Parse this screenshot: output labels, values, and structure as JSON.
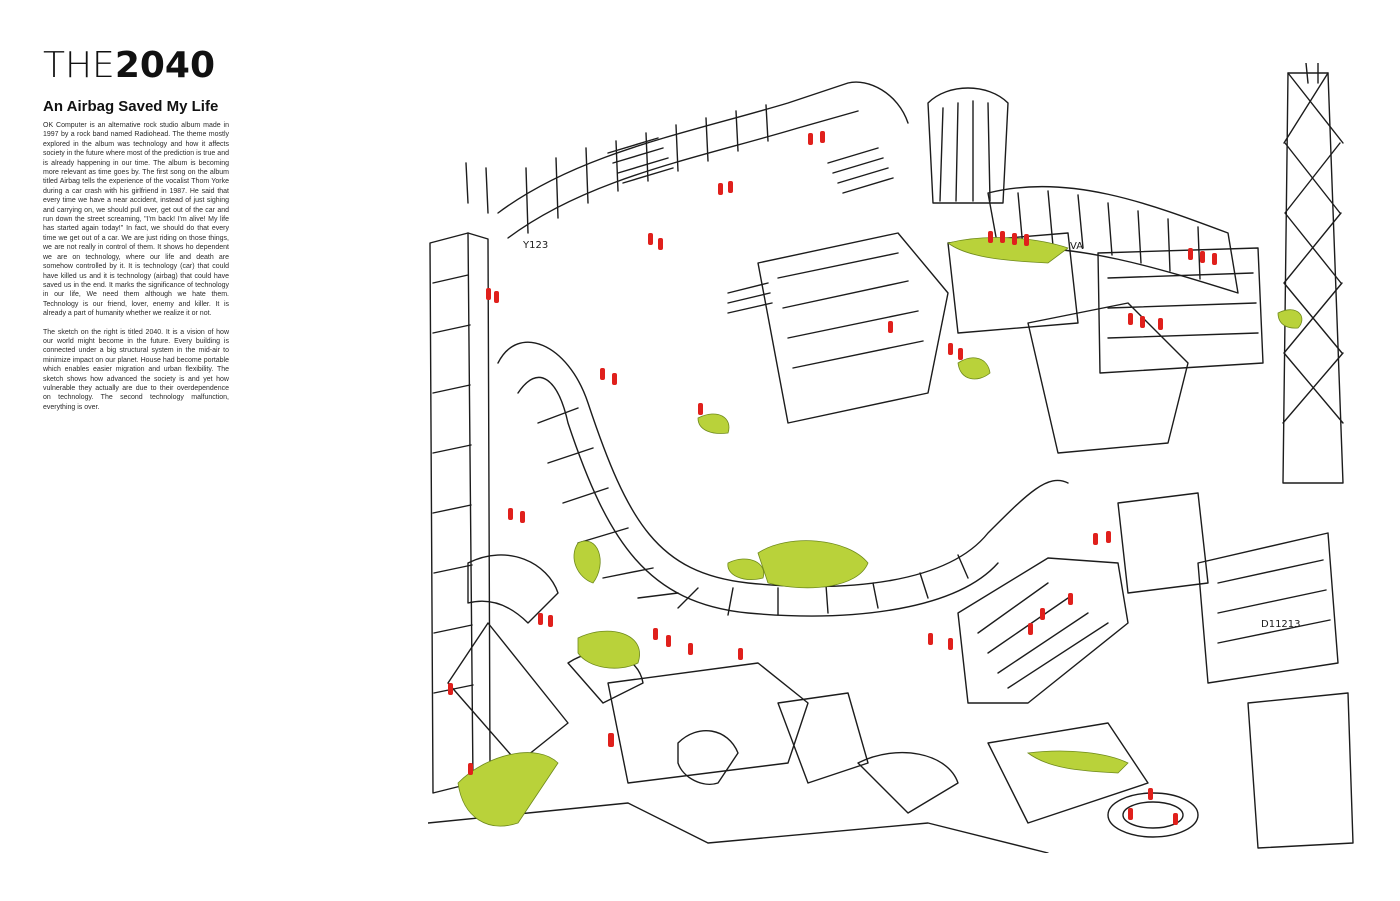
{
  "page": {
    "title_light": "THE",
    "title_bold": "2040",
    "subtitle": "An Airbag Saved My Life",
    "paragraph_1": "OK Computer is an alternative rock studio album made in 1997 by a rock band named Radiohead. The theme mostly explored in the album was technology and how it affects society in the future where most of the prediction is true and is already happening in our time. The album is becoming more relevant as time goes by. The first song on the album titled Airbag tells the experience of the vocalist Thom Yorke during a car crash with his girlfriend in 1987. He said that every time we have a near accident, instead of just sighing and carrying on, we should pull over, get out of the car and run down the street screaming, \"I'm back! I'm alive! My life has started again today!\" In fact, we should do that every time we get out of a car. We are just riding on those things, we are not really in control of them. It shows ho dependent we are on technology, where our life and death are somehow controlled by it. It is technology (car) that could have killed us and it is technology (airbag) that could have saved us in the end. It marks the significance of technology in our life, We need them although we hate them. Technology is our friend, lover, enemy and killer. It is already a part of humanity whether we realize it or not.",
    "paragraph_2": "The sketch on the right is titled 2040. It is a vision of how our world might become in the future. Every building is connected under a big structural system in the mid-air to minimize impact on our planet. House had become portable which enables easier migration and urban flexibility. The sketch shows how advanced the society is and yet how vulnerable they actually are due to their overdependence on technology. The second technology malfunction, everything is over."
  },
  "sketch": {
    "ink_color": "#1c1c1c",
    "figure_color": "#e0201c",
    "greenery_color": "#b9d23a",
    "signage_1": "Y123",
    "signage_2": "D11213",
    "signage_3": "VA"
  }
}
